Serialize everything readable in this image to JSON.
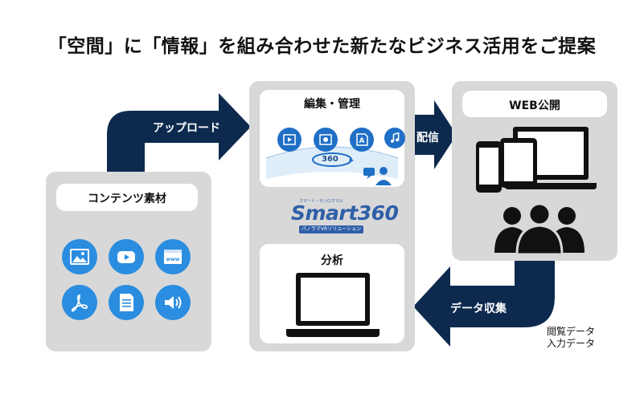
{
  "title": "「空間」に「情報」を組み合わせた新たなビジネス活用をご提案",
  "source_panel": {
    "label": "コンテンツ素材",
    "icons": [
      "image-icon",
      "video-icon",
      "web-icon",
      "pdf-icon",
      "document-icon",
      "audio-icon"
    ]
  },
  "arrows": {
    "upload": "アップロード",
    "distribute": "配信",
    "collect": "データ収集"
  },
  "editing_panel": {
    "edit_label": "編集・管理",
    "view_badge": "360",
    "logo": {
      "brand": "Smart360",
      "top_line": "スマート・サンロクマル",
      "tagline": "パノラマVRソリューション"
    },
    "analysis_label": "分析"
  },
  "web_panel": {
    "label": "WEB公開"
  },
  "collected_data": {
    "line1": "閲覧データ",
    "line2": "入力データ"
  },
  "colors": {
    "arrow": "#0d2a4e",
    "panel": "#d8d8d8",
    "icon_blue": "#2a8de0",
    "logo_blue": "#2f5fa8"
  }
}
